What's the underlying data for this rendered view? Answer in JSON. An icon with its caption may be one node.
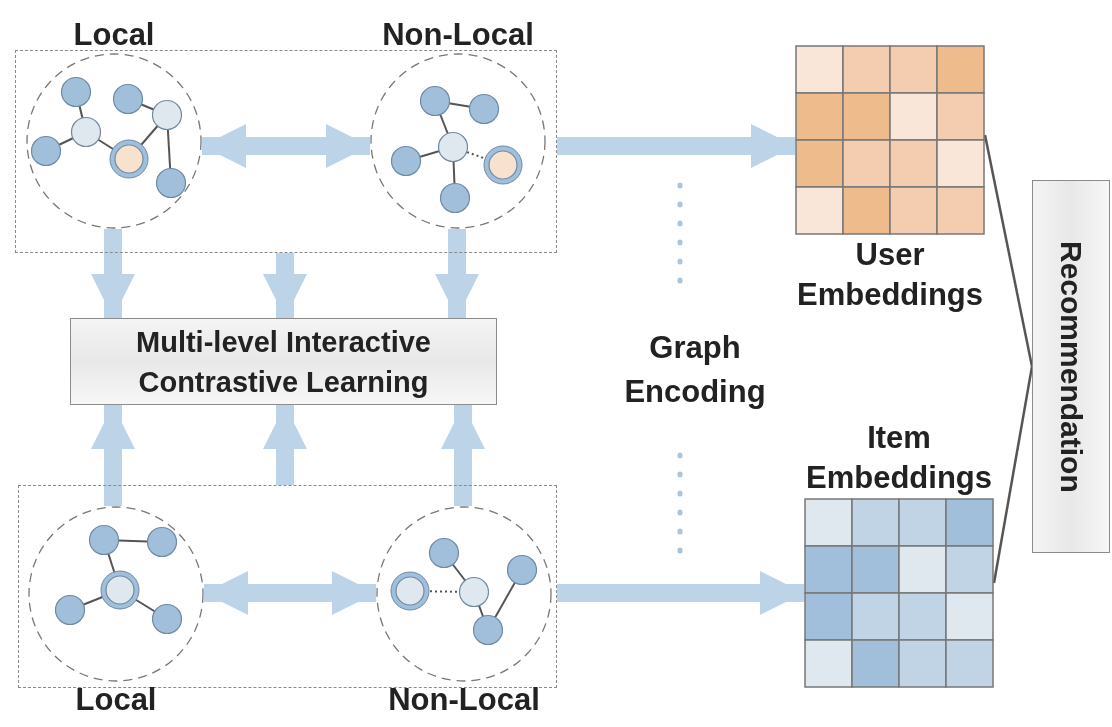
{
  "diagram": {
    "nodes": [
      {
        "text": [],
        "shape": "box"
      },
      {
        "text": [
          "Local"
        ],
        "in": 0
      },
      {
        "text": [
          "Non-Local"
        ],
        "in": 0
      },
      {
        "text": [
          "Multi-level Interactive Contrastive Learning"
        ]
      },
      {
        "text": [],
        "shape": "box"
      },
      {
        "text": [
          "Local"
        ],
        "in": 4
      },
      {
        "text": [
          "Non-Local"
        ],
        "in": 4
      },
      {
        "text": [
          "User Embeddings"
        ]
      },
      {
        "text": [
          "Item Embeddings"
        ]
      },
      {
        "text": [
          "Recommendation"
        ]
      }
    ],
    "edges": [
      {
        "from": 1,
        "to": 2,
        "arrow": "both"
      },
      {
        "from": 1,
        "to": 3,
        "arrow": "to"
      },
      {
        "from": 0,
        "to": 3,
        "arrow": "to"
      },
      {
        "from": 2,
        "to": 3,
        "arrow": "to"
      },
      {
        "from": 5,
        "to": 3,
        "arrow": "to"
      },
      {
        "from": 4,
        "to": 3,
        "arrow": "to"
      },
      {
        "from": 6,
        "to": 3,
        "arrow": "to"
      },
      {
        "from": 5,
        "to": 6,
        "arrow": "both"
      },
      {
        "from": 0,
        "to": 7,
        "arrow": "to"
      },
      {
        "from": 4,
        "to": 8,
        "arrow": "to"
      },
      {
        "from": 7,
        "to": 9,
        "arrow": "none",
        "color": "#555555"
      },
      {
        "from": 8,
        "to": 9,
        "arrow": "none",
        "color": "#555555"
      }
    ],
    "labels": [
      "Graph Encoding"
    ]
  }
}
